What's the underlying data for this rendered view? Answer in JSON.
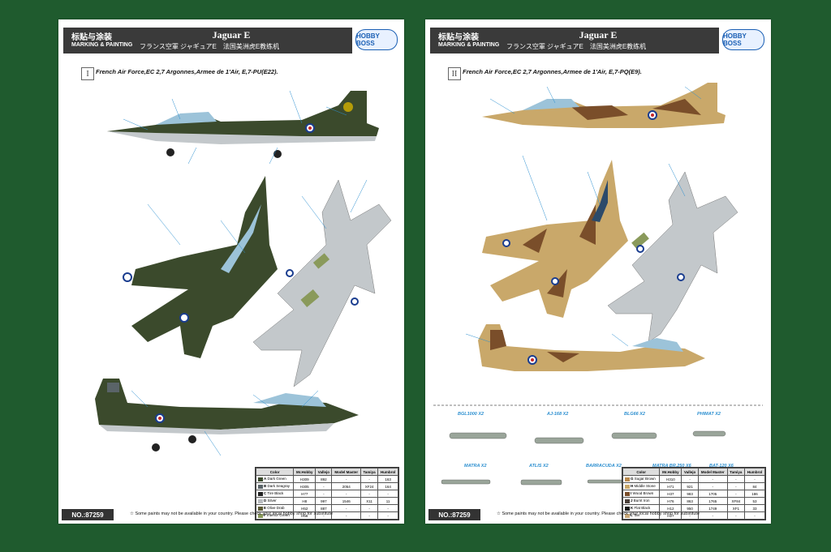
{
  "header": {
    "cn_title": "标贴与涂装",
    "en_title": "MARKING & PAINTING",
    "title": "Jaguar E",
    "subtitle": "フランス空軍 ジャギュアE　法国美洲虎E教练机",
    "logo": "HOBBY BOSS"
  },
  "left": {
    "badge": "I",
    "scheme": "French Air Force,EC 2,7 Argonnes,Armee de 1'Air, E,7-PU(E22).",
    "product_no": "NO.:87259",
    "note": "☆ Some paints may not be available in your country. Please check your local hobby shop for substitute"
  },
  "right": {
    "badge": "II",
    "scheme": "French Air Force,EC 2,7 Argonnes,Armee de 1'Air, E,7-PQ(E9).",
    "product_no": "NO.:87259",
    "note": "☆ Some paints may not be available in your country. Please check your local hobby shop for substitute"
  },
  "color_table_left": {
    "headers": [
      "Color",
      "Mr.Hobby",
      "Vallejo",
      "Model Master",
      "Tamiya",
      "Humbrol"
    ],
    "rows": [
      {
        "key": "A",
        "name": "Dark Green",
        "swatch": "#3b4a2c",
        "values": [
          "H309",
          "892",
          "-",
          "-",
          "163"
        ]
      },
      {
        "key": "B",
        "name": "Dark Seagray",
        "swatch": "#5a6468",
        "values": [
          "H305",
          "-",
          "2054",
          "XF24",
          "164"
        ]
      },
      {
        "key": "C",
        "name": "Tire Black",
        "swatch": "#222222",
        "values": [
          "H77",
          "-",
          "-",
          "-",
          "-"
        ]
      },
      {
        "key": "D",
        "name": "Silver",
        "swatch": "#b9bcbf",
        "values": [
          "H8",
          "997",
          "1546",
          "X11",
          "11"
        ]
      },
      {
        "key": "E",
        "name": "Olive Drab",
        "swatch": "#5c5a34",
        "values": [
          "H52",
          "887",
          "-",
          "-",
          "-"
        ]
      },
      {
        "key": "F",
        "name": "Interior Green",
        "swatch": "#8a9a5b",
        "values": [
          "H58",
          "-",
          "-",
          "-",
          "-"
        ]
      }
    ]
  },
  "color_table_right": {
    "headers": [
      "Color",
      "Mr.Hobby",
      "Vallejo",
      "Model Master",
      "Tamiya",
      "Humbrol"
    ],
    "rows": [
      {
        "key": "G",
        "name": "Sugar Brown",
        "swatch": "#b98a4e",
        "values": [
          "H310",
          "-",
          "-",
          "-",
          "-"
        ]
      },
      {
        "key": "H",
        "name": "Middle Stone",
        "swatch": "#c9a86a",
        "values": [
          "H71",
          "921",
          "-",
          "-",
          "84"
        ]
      },
      {
        "key": "I",
        "name": "Wood Brown",
        "swatch": "#7a4e2a",
        "values": [
          "H37",
          "983",
          "1705",
          "-",
          "186"
        ]
      },
      {
        "key": "J",
        "name": "Burnt Iron",
        "swatch": "#4a3f3a",
        "values": [
          "H76",
          "863",
          "1765",
          "XF84",
          "53"
        ]
      },
      {
        "key": "K",
        "name": "Flat Black",
        "swatch": "#1b1b1b",
        "values": [
          "H12",
          "950",
          "1749",
          "XF1",
          "33"
        ]
      },
      {
        "key": "L",
        "name": "Tan",
        "swatch": "#caa979",
        "values": [
          "H27",
          "-",
          "-",
          "-",
          "-"
        ]
      }
    ]
  },
  "weapons": [
    {
      "name": "BGL1000 X2"
    },
    {
      "name": "AJ-168 X2"
    },
    {
      "name": "BLG66 X2"
    },
    {
      "name": "PHIMAT X2"
    },
    {
      "name": "MATRA X2"
    },
    {
      "name": "ATLIS X2"
    },
    {
      "name": "BARRACUDA X2"
    },
    {
      "name": "MATRA BR.250 X6"
    },
    {
      "name": "BAT-120 X6"
    }
  ],
  "colors": {
    "green_bg": "#1f5b2e",
    "header_bar": "#3a3a3a",
    "callout": "#2c8fd0",
    "camo_green": "#3b4a2c",
    "camo_gray": "#5a6468",
    "desert_tan": "#c9a86a",
    "desert_brown": "#7a4e2a",
    "under_gray": "#c3c8cb"
  }
}
